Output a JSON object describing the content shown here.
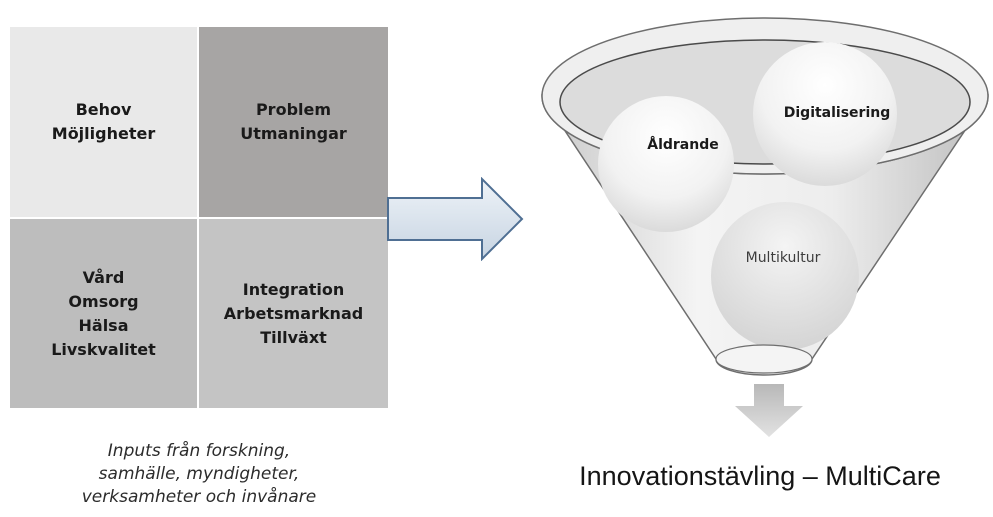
{
  "quadrants": [
    {
      "lines": [
        "Behov",
        "Möjligheter"
      ]
    },
    {
      "lines": [
        "Problem",
        "Utmaningar"
      ]
    },
    {
      "lines": [
        "Vård",
        "Omsorg",
        "Hälsa",
        "Livskvalitet"
      ]
    },
    {
      "lines": [
        "Integration",
        "Arbetsmarknad",
        "Tillväxt"
      ]
    }
  ],
  "caption": {
    "lines": [
      "Inputs från forskning,",
      "samhälle, myndigheter,",
      "verksamheter och invånare"
    ]
  },
  "funnel": {
    "balls": {
      "aldrande": "Åldrande",
      "digitalisering": "Digitalisering",
      "multikultur": "Multikultur"
    }
  },
  "result": {
    "label": "Innovationstävling – MultiCare"
  },
  "colors": {
    "arrow_fill": "#d7e1ec",
    "arrow_stroke": "#4f6f93",
    "funnel_edge": "#6e6e6e",
    "down_arrow": "#c4c4c4"
  }
}
